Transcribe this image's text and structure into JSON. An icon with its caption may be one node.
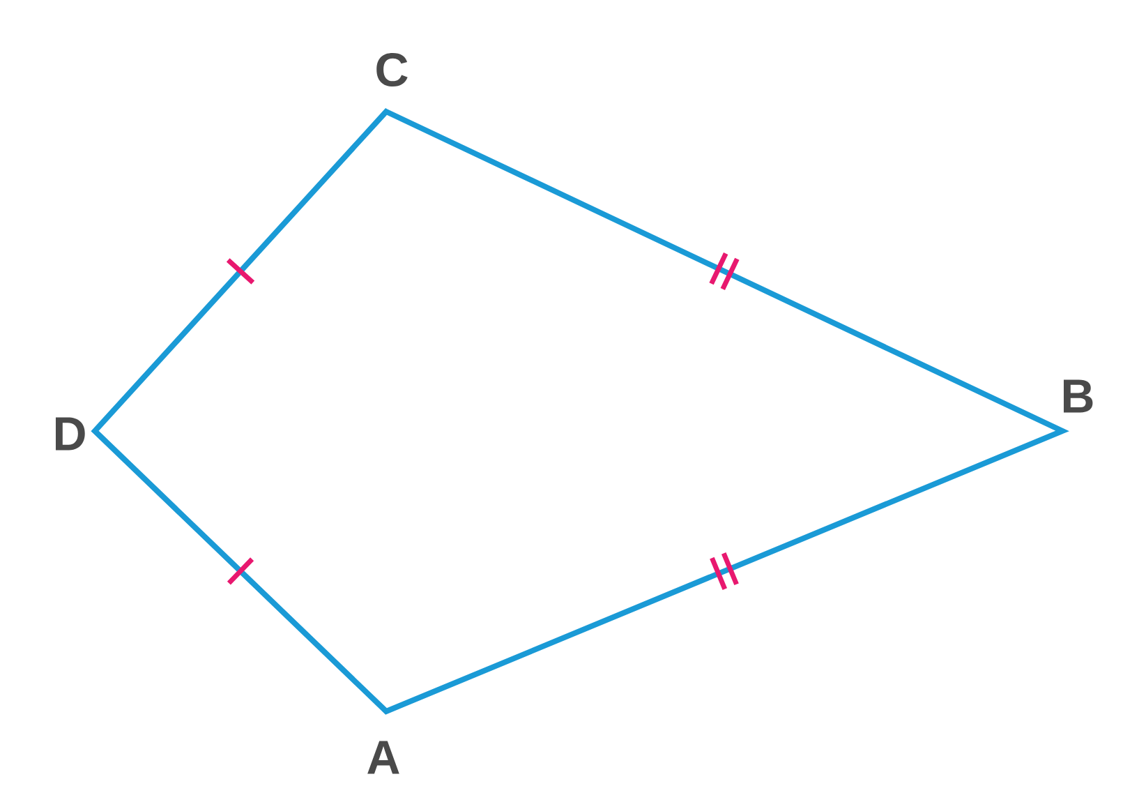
{
  "diagram": {
    "labels": [
      "C",
      "B",
      "D",
      "A"
    ]
  }
}
